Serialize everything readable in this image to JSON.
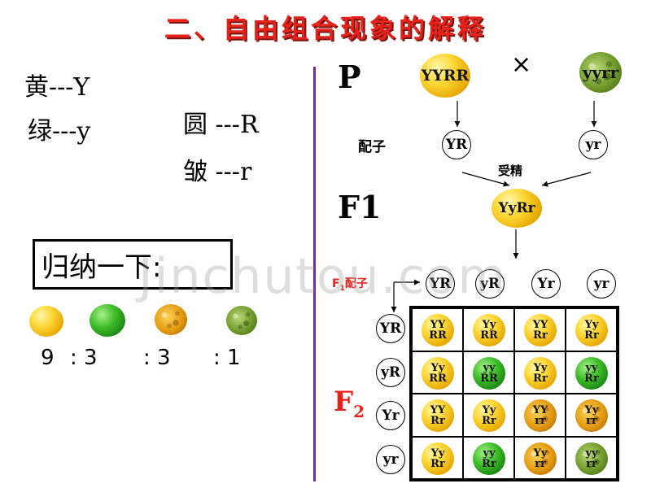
{
  "title": "二、自由组合现象的解释",
  "legend": {
    "yellow": "黄---Y",
    "green": "绿---y",
    "round": "圆 ---R",
    "wrinkled": "皱 ---r"
  },
  "summary_box": "归纳一下:",
  "ratio": {
    "r1": "9",
    "r2": ": 3",
    "r3": ": 3",
    "r4": ": 1"
  },
  "cross": {
    "p_label": "P",
    "times": "×",
    "parent1": "YYRR",
    "parent2": "yyrr",
    "gamete_label": "配子",
    "gamete1": "YR",
    "gamete2": "yr",
    "fertilization": "受精",
    "f1_label": "F1",
    "f1_genotype": "YyRr",
    "f1_gamete_label": "F",
    "f1_gamete_sub": "1",
    "f1_gamete_label2": "配子",
    "f2_label": "F",
    "f2_sub": "2"
  },
  "punnett": {
    "col_gametes": [
      "YR",
      "yR",
      "Yr",
      "yr"
    ],
    "row_gametes": [
      "YR",
      "yR",
      "Yr",
      "yr"
    ],
    "cells": [
      [
        {
          "l1": "YY",
          "l2": "RR",
          "type": "yellow"
        },
        {
          "l1": "Yy",
          "l2": "RR",
          "type": "yellow"
        },
        {
          "l1": "YY",
          "l2": "Rr",
          "type": "yellow"
        },
        {
          "l1": "Yy",
          "l2": "Rr",
          "type": "yellow"
        }
      ],
      [
        {
          "l1": "Yy",
          "l2": "RR",
          "type": "yellow"
        },
        {
          "l1": "yy",
          "l2": "RR",
          "type": "green"
        },
        {
          "l1": "Yy",
          "l2": "Rr",
          "type": "yellow"
        },
        {
          "l1": "yy",
          "l2": "Rr",
          "type": "green"
        }
      ],
      [
        {
          "l1": "YY",
          "l2": "Rr",
          "type": "yellow"
        },
        {
          "l1": "Yy",
          "l2": "Rr",
          "type": "yellow"
        },
        {
          "l1": "YY",
          "l2": "rr",
          "type": "yellow-wrinkled"
        },
        {
          "l1": "Yy",
          "l2": "rr",
          "type": "yellow-wrinkled"
        }
      ],
      [
        {
          "l1": "Yy",
          "l2": "Rr",
          "type": "yellow"
        },
        {
          "l1": "yy",
          "l2": "Rr",
          "type": "green"
        },
        {
          "l1": "Yy",
          "l2": "rr",
          "type": "yellow-wrinkled"
        },
        {
          "l1": "yy",
          "l2": "rr",
          "type": "green-wrinkled"
        }
      ]
    ]
  },
  "watermark": "Jinchutou.com",
  "colors": {
    "title": "#e8221b",
    "divider": "#7a2b94",
    "f1_gamete_label": "#e8221b",
    "f2_label": "#e8221b"
  }
}
